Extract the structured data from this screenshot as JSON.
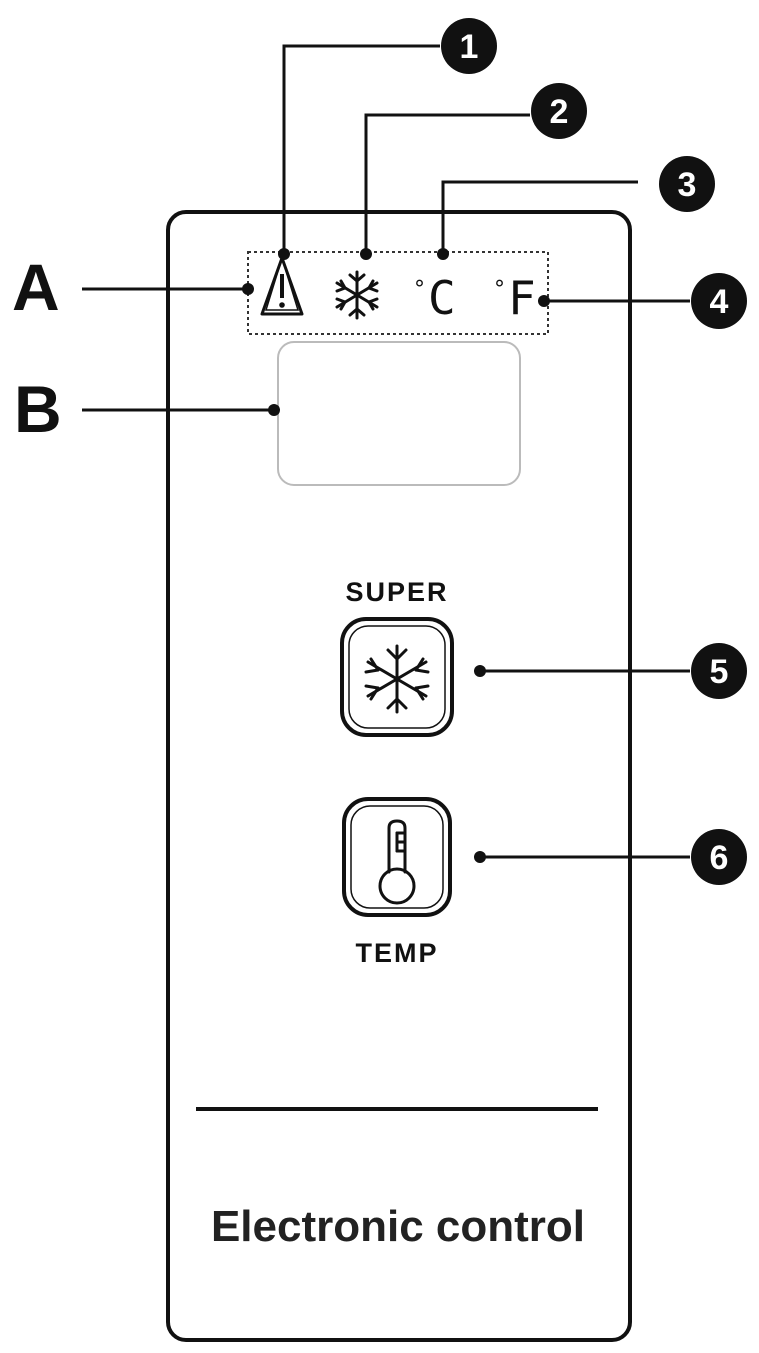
{
  "callouts": {
    "letters": [
      {
        "id": "A",
        "label": "A"
      },
      {
        "id": "B",
        "label": "B"
      }
    ],
    "numbers": [
      {
        "id": "1",
        "label": "1"
      },
      {
        "id": "2",
        "label": "2"
      },
      {
        "id": "3",
        "label": "3"
      },
      {
        "id": "4",
        "label": "4"
      },
      {
        "id": "5",
        "label": "5"
      },
      {
        "id": "6",
        "label": "6"
      }
    ]
  },
  "indicators": {
    "alarm_icon": "warning-triangle-icon",
    "snowflake_icon": "snowflake-icon",
    "celsius": {
      "degree": "°",
      "unit": "C"
    },
    "fahrenheit": {
      "degree": "°",
      "unit": "F"
    }
  },
  "buttons": {
    "super": {
      "label": "SUPER",
      "icon": "snowflake-icon"
    },
    "temp": {
      "label": "TEMP",
      "icon": "thermometer-icon"
    }
  },
  "panel": {
    "title": "Electronic control"
  },
  "colors": {
    "ink": "#111111",
    "panel_bg": "#ffffff",
    "display_border": "#bbbbbb"
  }
}
